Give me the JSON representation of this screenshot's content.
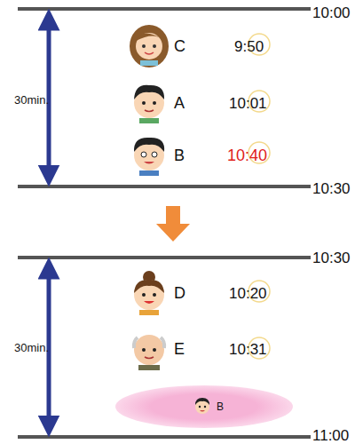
{
  "diagram": {
    "nodes": [
      {
        "text": [
          "B"
        ]
      }
    ],
    "labels": [
      "10:00",
      "30min.",
      "C",
      "9:50",
      "A",
      "10:01",
      "B",
      "10:40",
      "10:30",
      "10:30",
      "D",
      "10:20",
      "E",
      "10:31",
      "30min.",
      "11:00"
    ]
  }
}
